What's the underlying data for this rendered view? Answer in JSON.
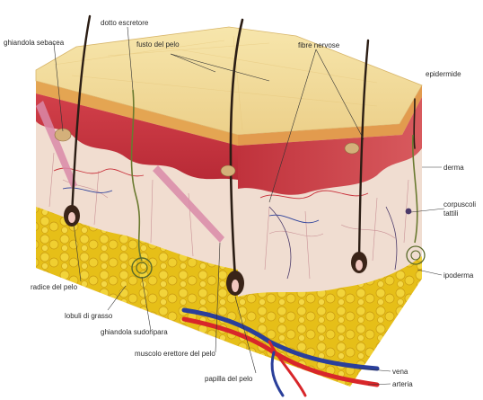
{
  "labels": {
    "ghiandola_sebacea": "ghiandola sebacea",
    "dotto_escretore": "dotto escretore",
    "fusto_del_pelo": "fusto del pelo",
    "fibre_nervose": "fibre nervose",
    "epidermide": "epidermide",
    "derma": "derma",
    "corpuscoli_tattili_1": "corpuscoli",
    "corpuscoli_tattili_2": "tattili",
    "ipoderma": "ipoderma",
    "radice_del_pelo": "radice del pelo",
    "lobuli_di_grasso": "lobuli di grasso",
    "ghiandola_sudoripara": "ghiandola sudoripara",
    "muscolo_erettore": "muscolo erettore del pelo",
    "papilla_del_pelo": "papilla del pelo",
    "vena": "vena",
    "arteria": "arteria"
  },
  "colors": {
    "epidermis_top": "#f3dc9a",
    "epidermis_edge": "#e0a95a",
    "dermis_red": "#c8303a",
    "dermis_pink": "#e8a39a",
    "connective": "#f1ddd0",
    "fat": "#e8c21c",
    "hair": "#2b1d14",
    "vein": "#2a3f9a",
    "artery": "#d8262a"
  }
}
